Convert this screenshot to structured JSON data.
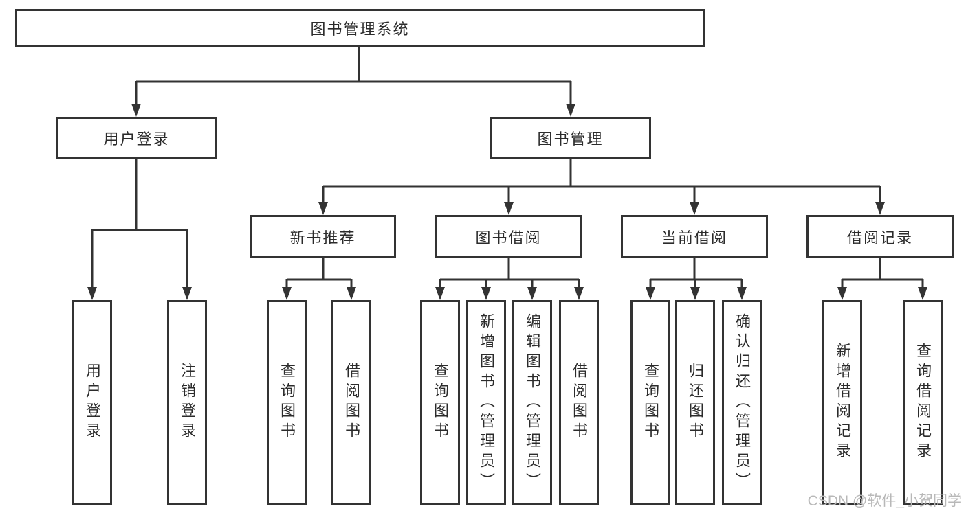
{
  "diagram": {
    "title": "图书管理系统",
    "branches": [
      {
        "label": "用户登录",
        "leaves": [
          "用户登录",
          "注销登录"
        ]
      },
      {
        "label": "图书管理",
        "groups": [
          {
            "label": "新书推荐",
            "leaves": [
              "查询图书",
              "借阅图书"
            ]
          },
          {
            "label": "图书借阅",
            "leaves": [
              "查询图书",
              "新增图书（管理员）",
              "编辑图书（管理员）",
              "借阅图书"
            ]
          },
          {
            "label": "当前借阅",
            "leaves": [
              "查询图书",
              "归还图书",
              "确认归还（管理员）"
            ]
          },
          {
            "label": "借阅记录",
            "leaves": [
              "新增借阅记录",
              "查询借阅记录"
            ]
          }
        ]
      }
    ]
  },
  "style": {
    "line_color": "#333333",
    "box_border_color": "#333333",
    "text_color": "#2b2b2b",
    "watermark_color": "#b8b8b8",
    "background": "#ffffff"
  },
  "watermark": {
    "text": "CSDN @软件_小贺同学"
  }
}
